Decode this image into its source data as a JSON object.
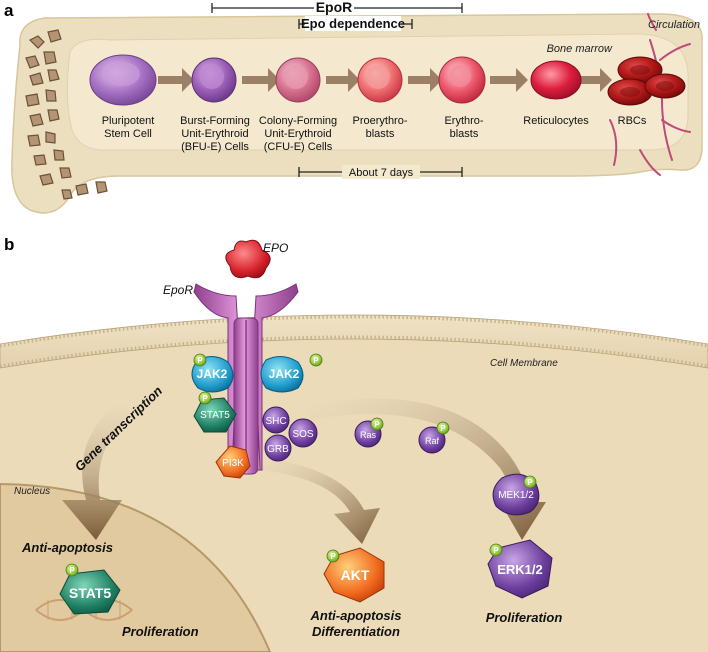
{
  "panel_a": {
    "label": "a",
    "epor_span": "EpoR",
    "epo_dependence_span": "Epo dependence",
    "about_days_span": "About 7 days",
    "circulation": "Circulation",
    "bone_marrow": "Bone marrow",
    "stages": [
      {
        "line1": "Pluripotent",
        "line2": "Stem Cell",
        "line3": ""
      },
      {
        "line1": "Burst-Forming",
        "line2": "Unit-Erythroid",
        "line3": "(BFU-E) Cells"
      },
      {
        "line1": "Colony-Forming",
        "line2": "Unit-Erythroid",
        "line3": "(CFU-E) Cells"
      },
      {
        "line1": "Proerythro-",
        "line2": "blasts",
        "line3": ""
      },
      {
        "line1": "Erythro-",
        "line2": "blasts",
        "line3": ""
      },
      {
        "line1": "Reticulocytes",
        "line2": "",
        "line3": ""
      },
      {
        "line1": "RBCs",
        "line2": "",
        "line3": ""
      }
    ]
  },
  "panel_b": {
    "label": "b",
    "epo": "EPO",
    "epor": "EpoR",
    "cell_membrane": "Cell Membrane",
    "nucleus": "Nucleus",
    "phospho": "P",
    "jak2_left": "JAK2",
    "jak2_right": "JAK2",
    "stat5_small": "STAT5",
    "shc": "SHC",
    "sos": "SOS",
    "grb": "GRB",
    "pi3k": "PI3K",
    "ras": "Ras",
    "raf": "Raf",
    "mek": "MEK1/2",
    "erk": "ERK1/2",
    "akt": "AKT",
    "stat5_nuclear": "STAT5",
    "gene_transcription": "Gene transcription",
    "anti_apoptosis_left": "Anti-apoptosis",
    "proliferation_left": "Proliferation",
    "anti_apoptosis_mid": "Anti-apoptosis",
    "differentiation": "Differentiation",
    "proliferation_right": "Proliferation"
  }
}
